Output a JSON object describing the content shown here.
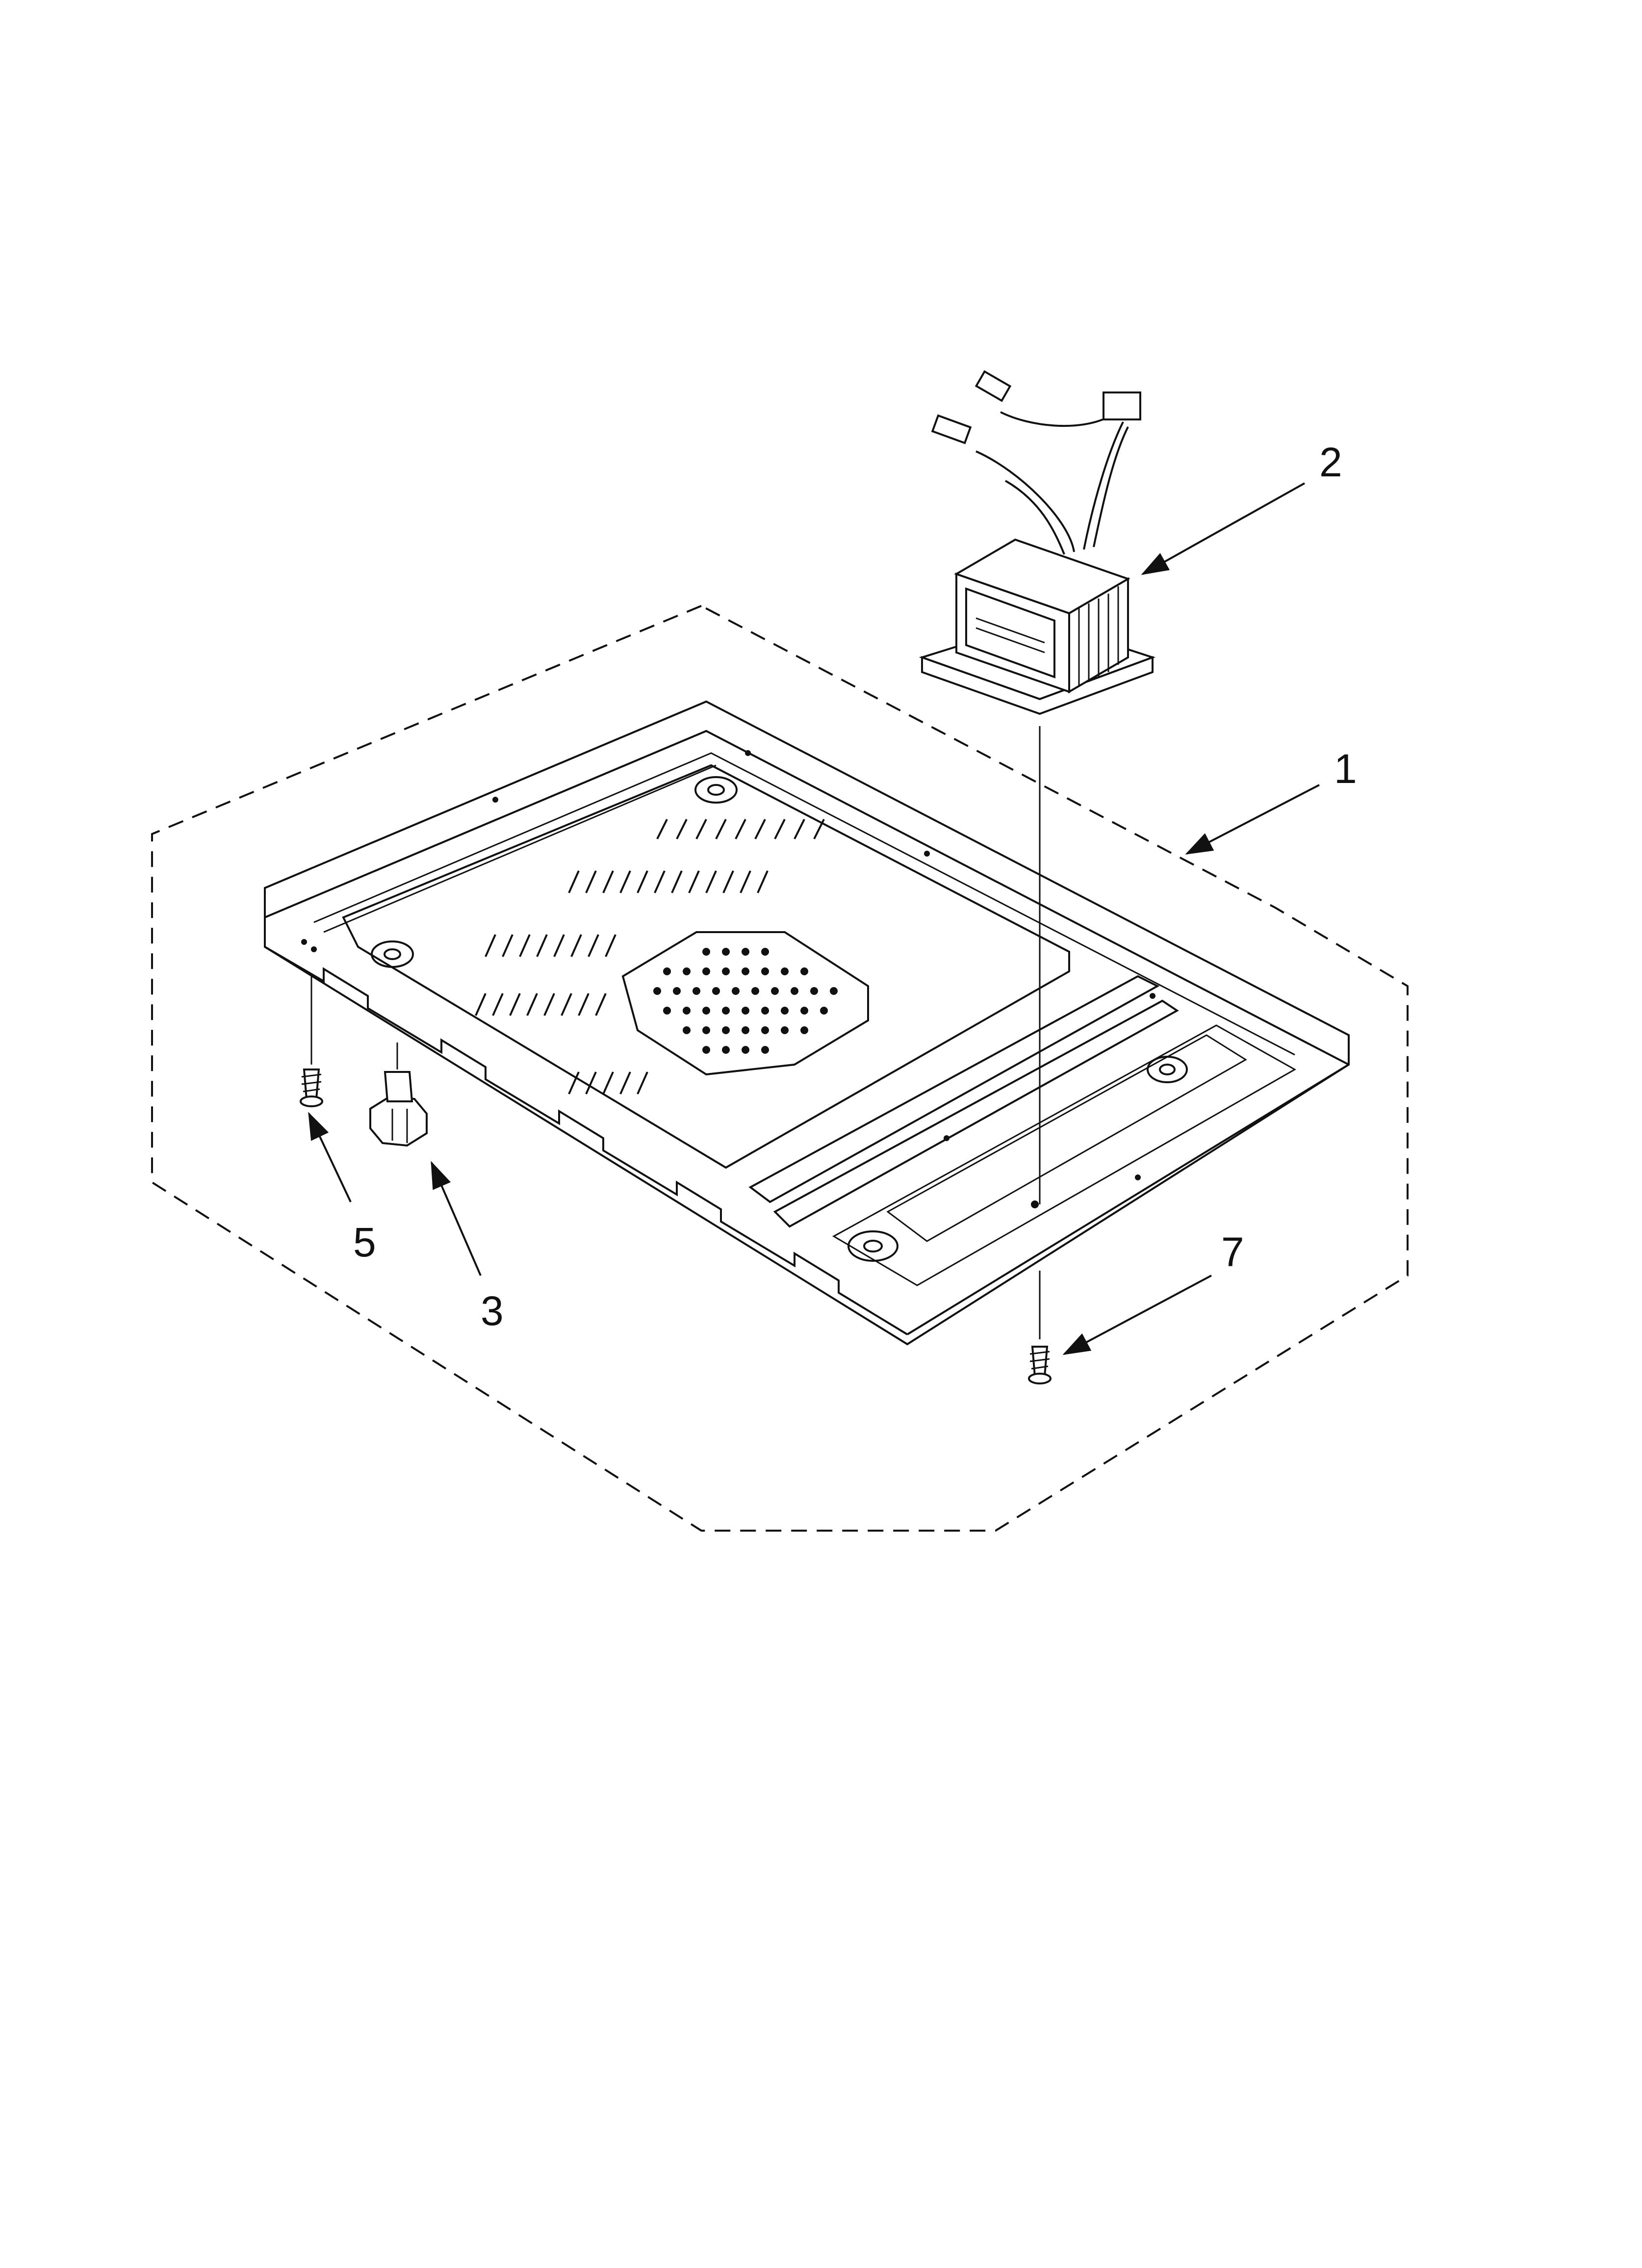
{
  "diagram": {
    "callouts": [
      {
        "id": "1",
        "label": "1"
      },
      {
        "id": "2",
        "label": "2"
      },
      {
        "id": "3",
        "label": "3"
      },
      {
        "id": "5",
        "label": "5"
      },
      {
        "id": "7",
        "label": "7"
      }
    ],
    "parts": {
      "1": "base-plate-assembly",
      "2": "transformer",
      "3": "foot",
      "5": "screw",
      "7": "screw"
    }
  }
}
